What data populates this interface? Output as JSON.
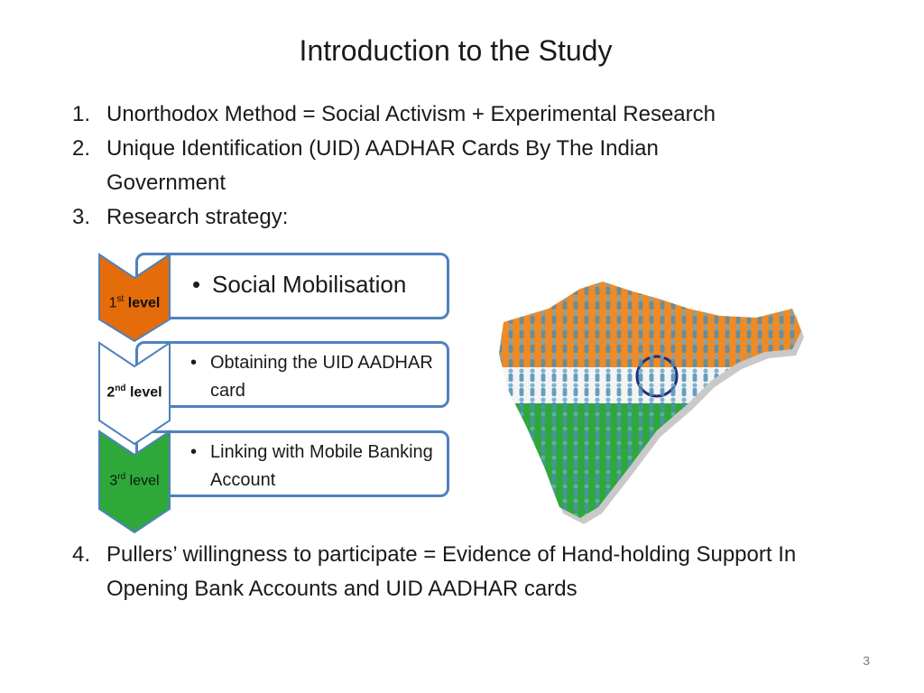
{
  "slide": {
    "title": "Introduction to the Study",
    "page_number": "3"
  },
  "list": {
    "items": [
      {
        "num": "1.",
        "text": "Unorthodox Method = Social Activism + Experimental Research"
      },
      {
        "num": "2.",
        "text": "Unique Identification (UID) AADHAR Cards By The Indian Government"
      },
      {
        "num": "3.",
        "text": "Research strategy:"
      },
      {
        "num": "4.",
        "text": "Pullers’ willingness to participate = Evidence of Hand-holding Support In Opening Bank Accounts and UID AADHAR cards"
      }
    ]
  },
  "levels": [
    {
      "num": "1",
      "sup": "st",
      "word": "level",
      "bullet": "•",
      "text": "Social Mobilisation",
      "color": "#e46c0a"
    },
    {
      "num": "2",
      "sup": "nd",
      "word": "level",
      "bullet": "•",
      "text": "Obtaining the UID AADHAR card",
      "color": "#ffffff"
    },
    {
      "num": "3",
      "sup": "rd",
      "word": "level",
      "bullet": "•",
      "text": "Linking with Mobile Banking Account",
      "color": "#2ea839"
    }
  ],
  "colors": {
    "border_blue": "#4f81bd",
    "saffron": "#f08a24",
    "green": "#2ea839",
    "figure_blue": "#6aa9c9"
  },
  "image": {
    "icon": "india-map-crowd-icon"
  }
}
